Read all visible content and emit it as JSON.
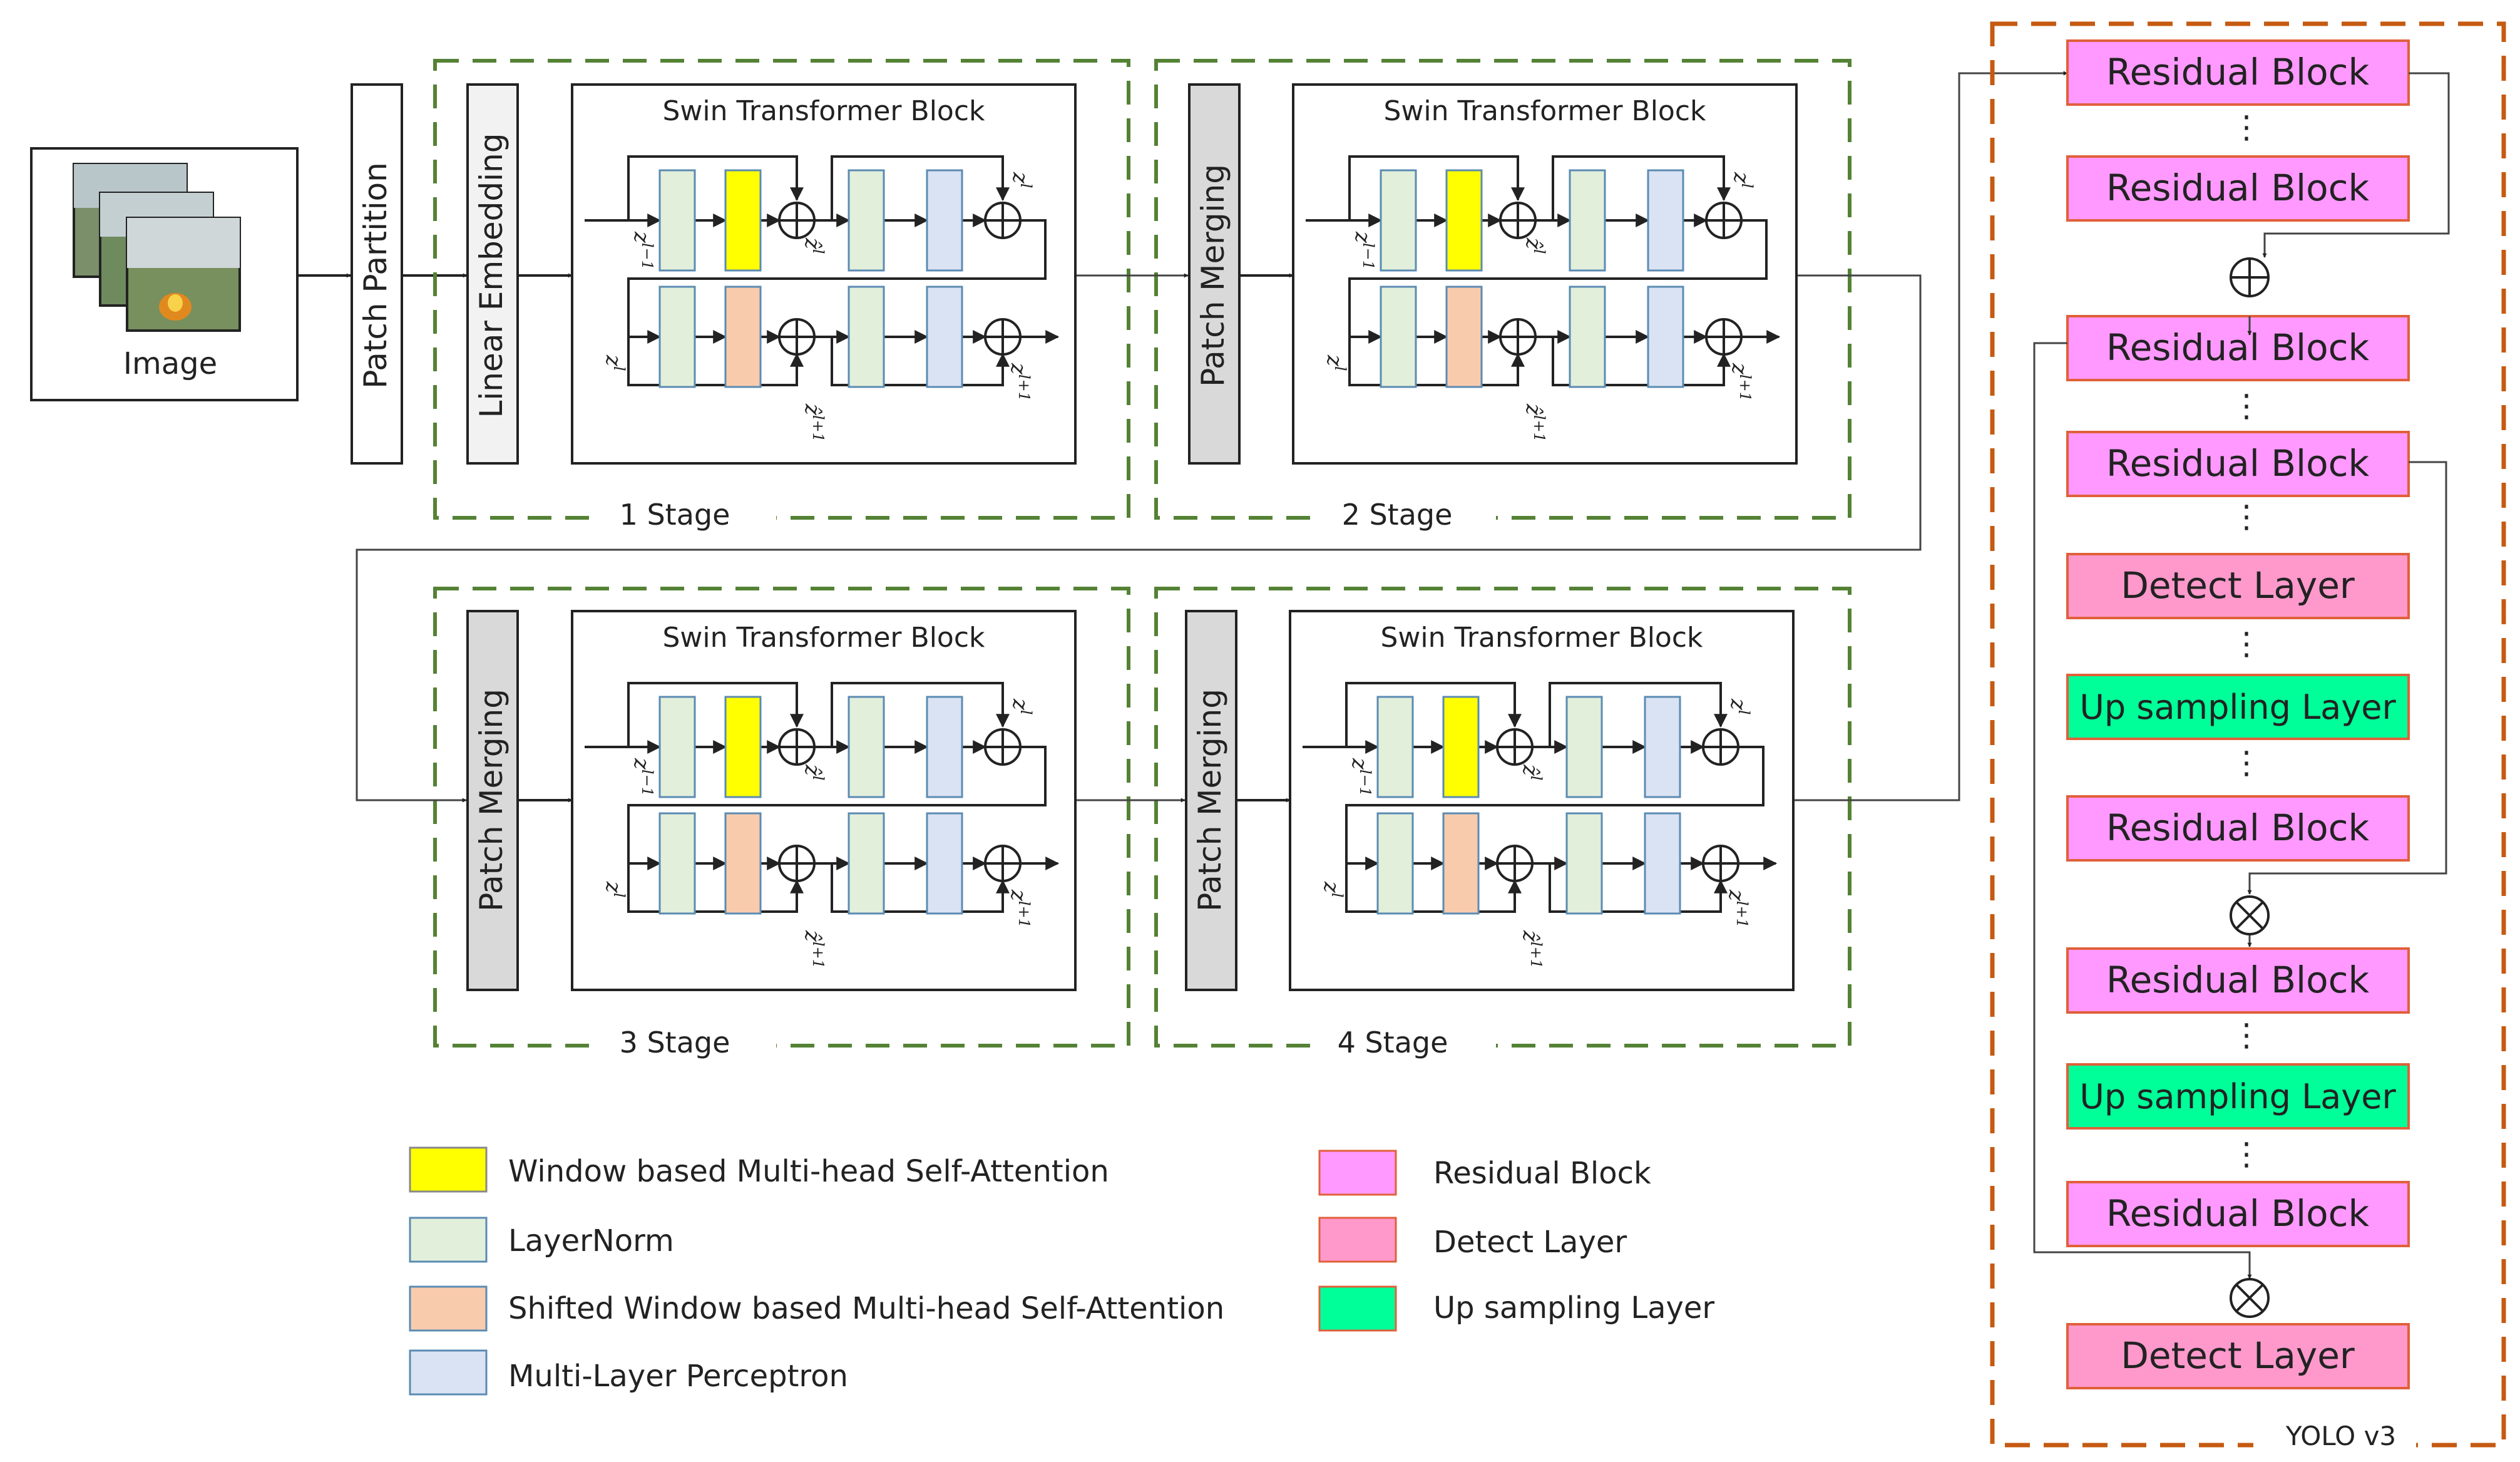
{
  "input": {
    "label": "Image"
  },
  "patch_partition": {
    "label": "Patch Partition"
  },
  "linear_embedding": {
    "label": "Linear Embedding"
  },
  "patch_merging": {
    "label": "Patch Merging"
  },
  "swin_block": {
    "title": "Swin Transformer Block",
    "z_in": "z",
    "z_in_sup": "l−1",
    "zhat_l": "ẑ",
    "zhat_l_sup": "l",
    "z_l": "z",
    "z_l_sup": "l",
    "zhat_l1": "ẑ",
    "zhat_l1_sup": "l+1",
    "z_out": "z",
    "z_out_sup": "l+1"
  },
  "stages": [
    "1 Stage",
    "2 Stage",
    "3 Stage",
    "4 Stage"
  ],
  "yolo": {
    "label": "YOLO v3",
    "blocks": [
      "Residual Block",
      "Residual Block",
      "Residual Block",
      "Residual Block",
      "Detect Layer",
      "Up sampling Layer",
      "Residual Block",
      "Residual Block",
      "Up sampling Layer",
      "Residual Block",
      "Detect Layer"
    ],
    "dots": "⋮",
    "add_symbol": "⊕",
    "concat_symbol": "⊗"
  },
  "legend_left": [
    "Window based Multi-head Self-Attention",
    "LayerNorm",
    "Shifted Window based Multi-head Self-Attention",
    "Multi-Layer Perceptron"
  ],
  "legend_right": [
    "Residual Block",
    "Detect Layer",
    "Up sampling Layer"
  ],
  "colors": {
    "wmsa": "#ffff00",
    "layernorm": "#e2efda",
    "swmsa": "#f8cbad",
    "mlp": "#dae3f3",
    "residual": "#ff99ff",
    "detect": "#ff99cc",
    "upsample": "#00ff99",
    "stage_border": "#548235",
    "yolo_border": "#c55a11",
    "merge_fill": "#d9d9d9",
    "embed_fill": "#f2f2f2"
  }
}
